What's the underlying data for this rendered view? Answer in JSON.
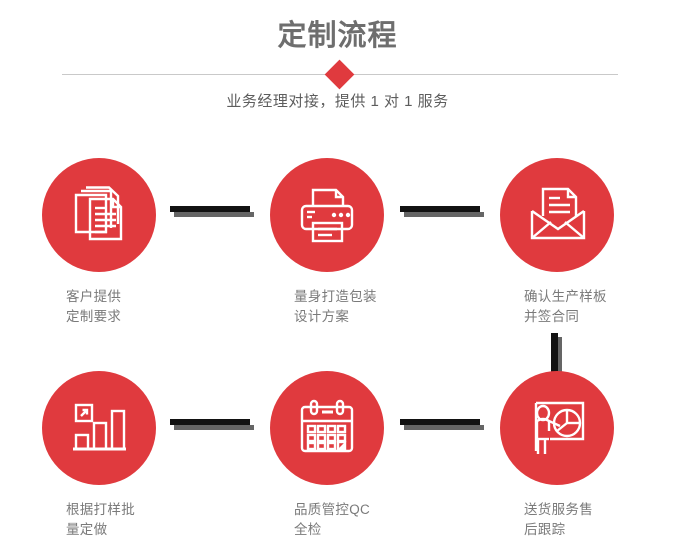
{
  "header": {
    "title": "定制流程",
    "subtitle": "业务经理对接，提供 1 对 1 服务",
    "accent_color": "#e03a3e",
    "title_color": "#6e6e6e",
    "divider_color": "#c9c9c9"
  },
  "flow": {
    "circle_color": "#e03a3e",
    "connector_color": "#121212",
    "connector_shadow_color": "#656565",
    "label_color": "#7a7a7a",
    "steps": [
      {
        "index": 1,
        "icon": "documents-stack-icon",
        "line1": "客户提供",
        "line2": "定制要求"
      },
      {
        "index": 2,
        "icon": "printer-icon",
        "line1": "量身打造包装",
        "line2": "设计方案"
      },
      {
        "index": 3,
        "icon": "envelope-document-icon",
        "line1": "确认生产样板",
        "line2": "并签合同"
      },
      {
        "index": 4,
        "icon": "bar-chart-growth-icon",
        "line1": "根据打样批",
        "line2": "量定做"
      },
      {
        "index": 5,
        "icon": "calendar-icon",
        "line1": "品质管控QC",
        "line2": "全检"
      },
      {
        "index": 6,
        "icon": "presentation-pie-chart-icon",
        "line1": "送货服务售",
        "line2": "后跟踪"
      }
    ]
  }
}
